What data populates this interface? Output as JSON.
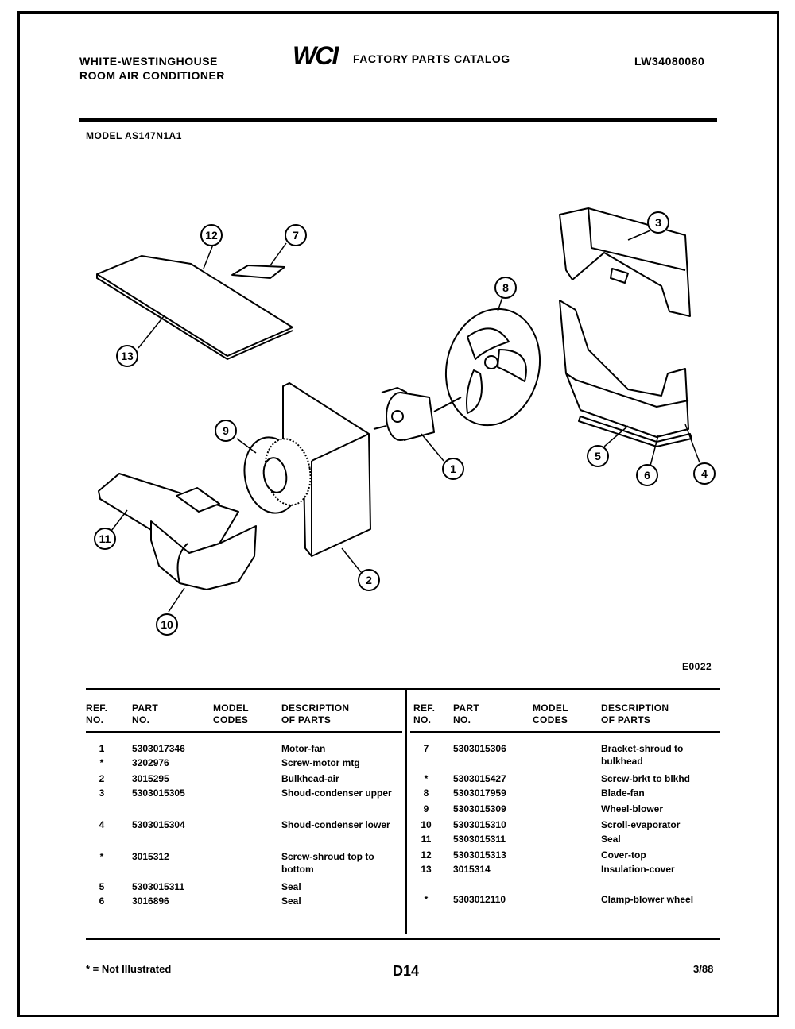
{
  "header": {
    "brand_line1": "WHITE-WESTINGHOUSE",
    "brand_line2": "ROOM AIR CONDITIONER",
    "logo": "WCI",
    "catalog_title": "FACTORY PARTS CATALOG",
    "catalog_number": "LW34080080",
    "model": "MODEL AS147N1A1"
  },
  "diagram": {
    "code": "E0022",
    "callouts": [
      "12",
      "7",
      "13",
      "3",
      "6",
      "9",
      "1",
      "5",
      "8",
      "4",
      "11",
      "2",
      "10"
    ]
  },
  "table": {
    "headers": {
      "ref": [
        "REF.",
        "NO."
      ],
      "part": [
        "PART",
        "NO."
      ],
      "codes": [
        "MODEL",
        "CODES"
      ],
      "desc": [
        "DESCRIPTION",
        "OF PARTS"
      ]
    },
    "left_rows": [
      {
        "ref": "1",
        "part": "5303017346",
        "desc": "Motor-fan"
      },
      {
        "ref": "*",
        "part": "3202976",
        "desc": "Screw-motor mtg"
      },
      {
        "ref": "2",
        "part": "3015295",
        "desc": "Bulkhead-air"
      },
      {
        "ref": "3",
        "part": "5303015305",
        "desc": "Shoud-condenser upper"
      },
      {
        "ref": "4",
        "part": "5303015304",
        "desc": "Shoud-condenser lower"
      },
      {
        "ref": "*",
        "part": "3015312",
        "desc": "Screw-shroud top to bottom"
      },
      {
        "ref": "5",
        "part": "5303015311",
        "desc": "Seal"
      },
      {
        "ref": "6",
        "part": "3016896",
        "desc": "Seal"
      }
    ],
    "right_rows": [
      {
        "ref": "7",
        "part": "5303015306",
        "desc": "Bracket-shroud to bulkhead"
      },
      {
        "ref": "*",
        "part": "5303015427",
        "desc": "Screw-brkt to blkhd"
      },
      {
        "ref": "8",
        "part": "5303017959",
        "desc": "Blade-fan"
      },
      {
        "ref": "9",
        "part": "5303015309",
        "desc": "Wheel-blower"
      },
      {
        "ref": "10",
        "part": "5303015310",
        "desc": "Scroll-evaporator"
      },
      {
        "ref": "11",
        "part": "5303015311",
        "desc": "Seal"
      },
      {
        "ref": "12",
        "part": "5303015313",
        "desc": "Cover-top"
      },
      {
        "ref": "13",
        "part": "3015314",
        "desc": "Insulation-cover"
      },
      {
        "ref": "*",
        "part": "5303012110",
        "desc": "Clamp-blower wheel"
      }
    ]
  },
  "footer": {
    "note": "* = Not Illustrated",
    "page": "D14",
    "date": "3/88"
  }
}
